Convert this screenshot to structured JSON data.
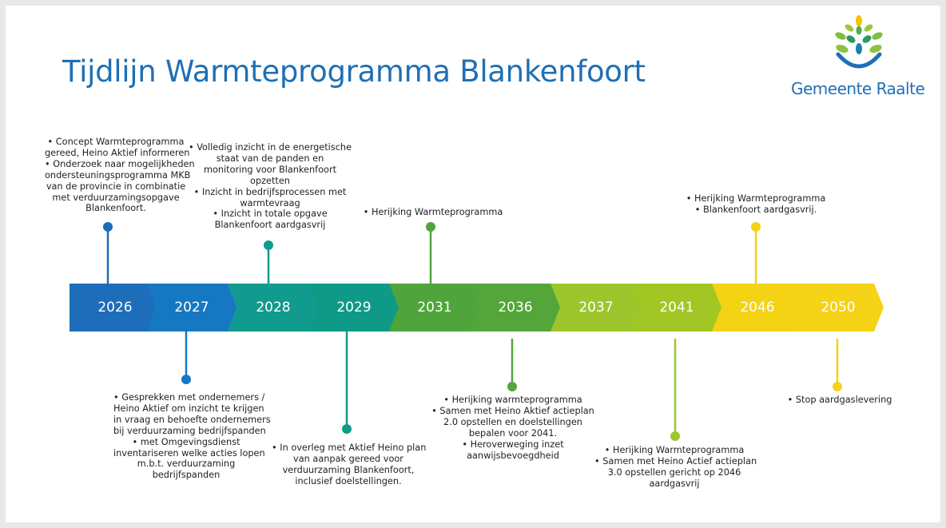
{
  "title": "Tijdlijn Warmteprogramma Blankenfoort",
  "logo": {
    "text": "Gemeente Raalte",
    "icon": "leaf-tree-icon"
  },
  "colors": {
    "title": "#1f6fb5",
    "segments": [
      "#1d6dbb",
      "#1678c2",
      "#119a8e",
      "#0f9a87",
      "#4fa53b",
      "#54a63a",
      "#9dc62c",
      "#a2c624",
      "#f3d314",
      "#f5d316"
    ]
  },
  "years": [
    "2026",
    "2027",
    "2028",
    "2029",
    "2031",
    "2036",
    "2037",
    "2041",
    "2046",
    "2050"
  ],
  "notes": {
    "y2026": [
      "• Concept Warmteprogramma",
      "gereed, Heino Aktief informeren",
      "• Onderzoek naar mogelijkheden",
      "ondersteuningsprogramma MKB",
      "van de provincie in combinatie",
      "met verduurzamingsopgave",
      "Blankenfoort."
    ],
    "y2027": [
      "• Gesprekken met ondernemers /",
      "Heino Aktief om inzicht te krijgen",
      "in vraag en behoefte ondernemers",
      "bij verduurzaming bedrijfspanden",
      "• met Omgevingsdienst",
      "inventariseren welke acties lopen",
      "m.b.t. verduurzaming",
      "bedrijfspanden"
    ],
    "y2028": [
      "• Volledig inzicht in de energetische",
      "staat van de panden en",
      "monitoring voor Blankenfoort",
      "opzetten",
      "• Inzicht in bedrijfsprocessen met",
      "warmtevraag",
      "• Inzicht in totale opgave",
      "Blankenfoort aardgasvrij"
    ],
    "y2029": [
      "• In overleg met Aktief Heino plan",
      "van aanpak gereed voor",
      "verduurzaming Blankenfoort,",
      "inclusief doelstellingen."
    ],
    "y2031": [
      "• Herijking Warmteprogramma"
    ],
    "y2036": [
      "• Herijking warmteprogramma",
      "• Samen met Heino Aktief actieplan",
      "2.0 opstellen en doelstellingen",
      "bepalen voor 2041.",
      "• Heroverweging inzet",
      "aanwijsbevoegdheid"
    ],
    "y2041": [
      "• Herijking Warmteprogramma",
      "• Samen met Heino Actief actieplan",
      "3.0 opstellen gericht op 2046",
      "aardgasvrij"
    ],
    "y2046": [
      "• Herijking Warmteprogramma",
      "• Blankenfoort aardgasvrij."
    ],
    "y2050": [
      "• Stop aardgaslevering"
    ]
  }
}
